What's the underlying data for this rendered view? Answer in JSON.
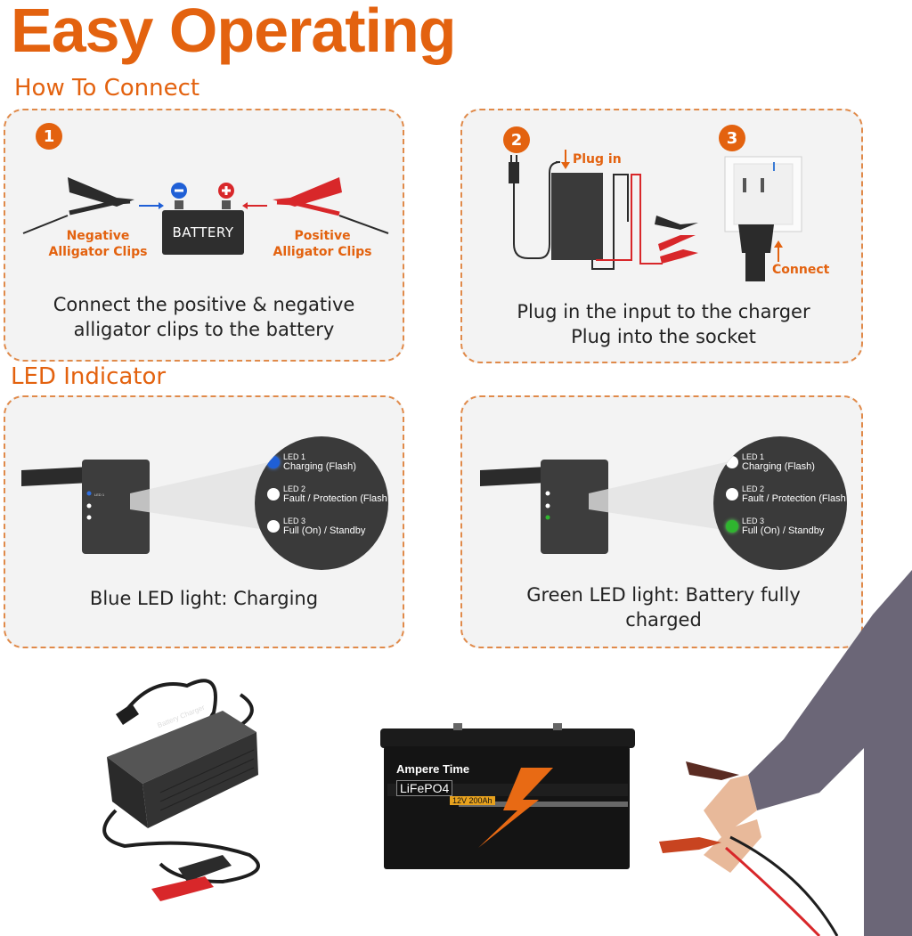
{
  "header": {
    "title": "Easy Operating"
  },
  "sections": {
    "connect": "How To Connect",
    "led": "LED Indicator"
  },
  "step1": {
    "number": "1",
    "battery_label": "BATTERY",
    "negative_label_1": "Negative",
    "negative_label_2": "Alligator Clips",
    "positive_label_1": "Positive",
    "positive_label_2": "Alligator Clips",
    "caption_1": "Connect the positive & negative",
    "caption_2": "alligator clips to the battery"
  },
  "step2": {
    "number": "2",
    "plug_label": "Plug in"
  },
  "step3": {
    "number": "3",
    "connect_label": "Connect"
  },
  "step23_caption_1": "Plug in the input to the charger",
  "step23_caption_2": "Plug into the socket",
  "led_panel": {
    "led1_name": "LED 1",
    "led1_desc": "Charging (Flash)",
    "led2_name": "LED 2",
    "led2_desc": "Fault / Protection (Flash",
    "led3_name": "LED 3",
    "led3_desc": "Full (On) / Standby"
  },
  "led_blue_caption": "Blue LED light: Charging",
  "led_green_caption_1": "Green LED light: Battery fully",
  "led_green_caption_2": "charged",
  "product": {
    "brand": "Ampere Time",
    "chemistry": "LiFePO4",
    "spec": "12V 200Ah",
    "charger_label": "Battery Charger"
  },
  "colors": {
    "accent": "#e3620f",
    "blue_led": "#1f5fd6",
    "green_led": "#2fb52f",
    "clip_red": "#d8272a"
  }
}
